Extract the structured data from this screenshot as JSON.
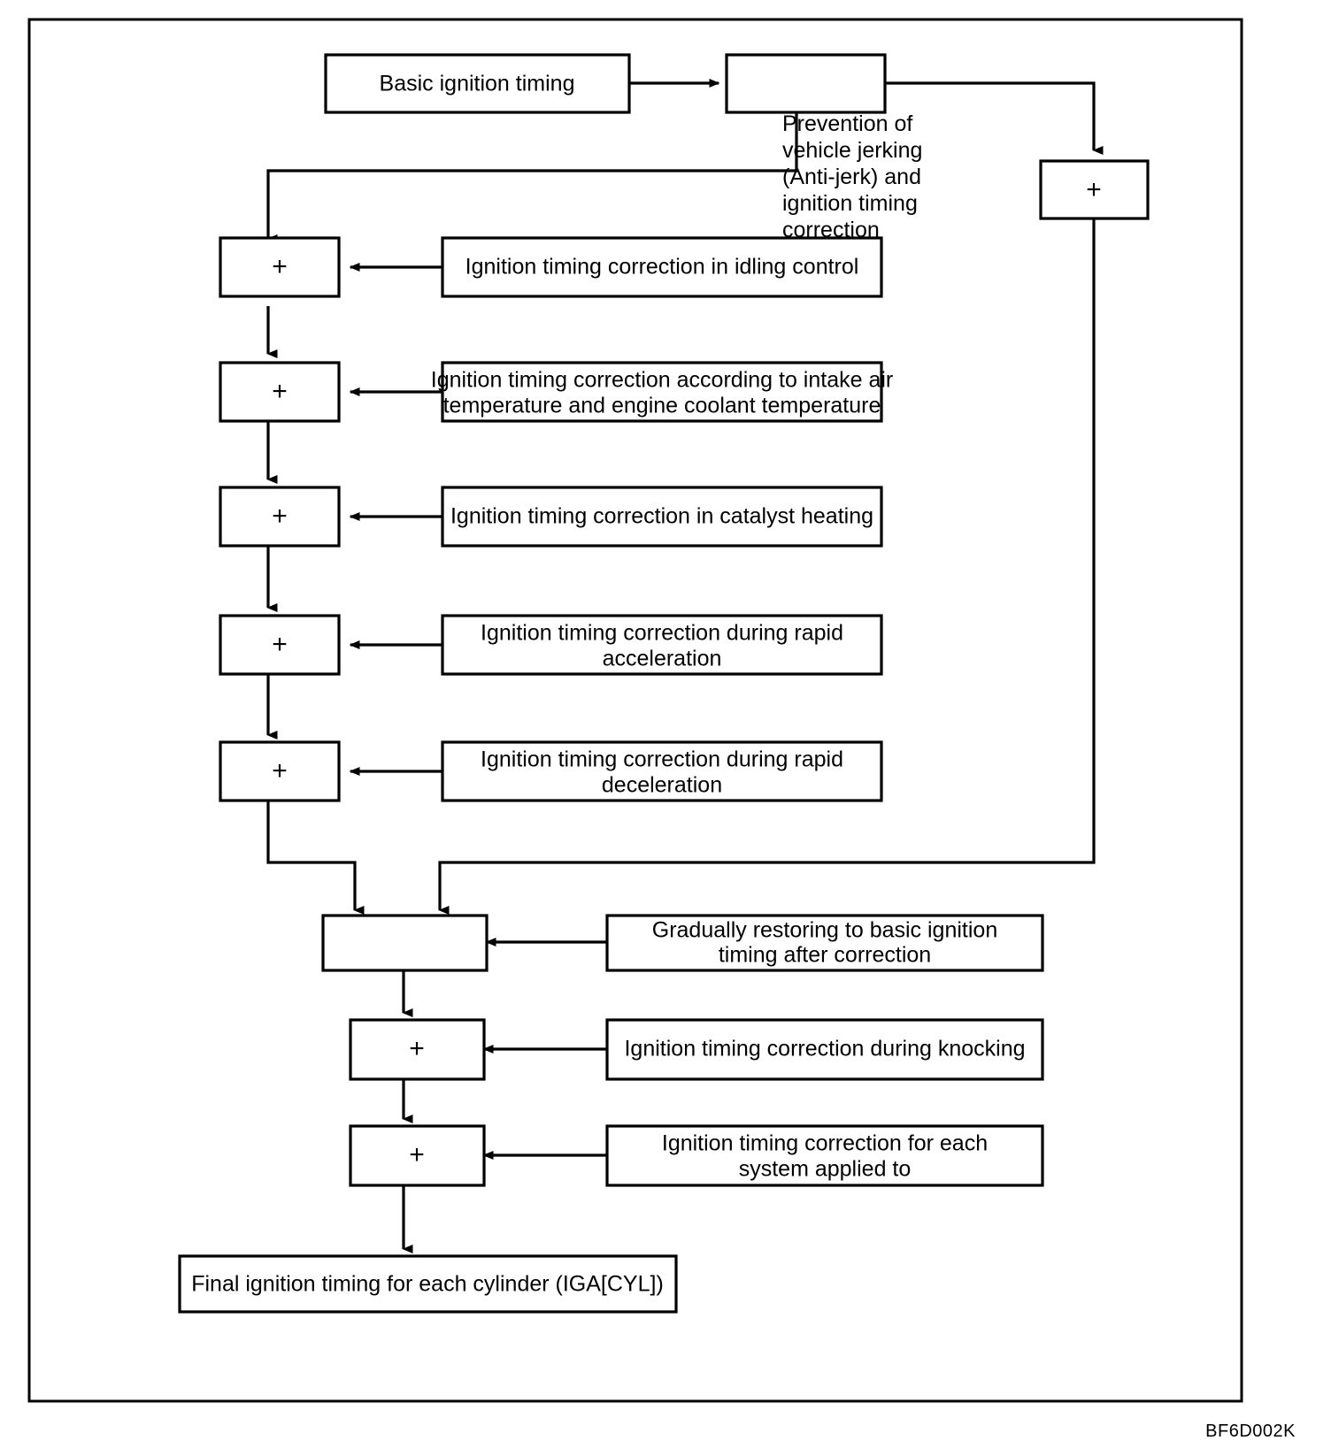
{
  "figure": {
    "code": "BF6D002K",
    "colors": {
      "stroke": "#000000",
      "background": "#ffffff"
    }
  },
  "nodes": {
    "basic_ignition_timing": "Basic ignition timing",
    "anti_jerk_block": "",
    "anti_jerk_label": [
      "Prevention of",
      "vehicle jerking",
      "(Anti-jerk) and",
      "ignition timing",
      "correction"
    ],
    "sum_right": "+",
    "sum_idling": "+",
    "sum_intake_air": "+",
    "sum_catalyst": "+",
    "sum_rapid_accel": "+",
    "sum_rapid_decel": "+",
    "restore_block": "",
    "sum_knocking": "+",
    "sum_each_system": "+",
    "final_output": "Final ignition timing for each cylinder (IGA[CYL])",
    "corr_idling": [
      "Ignition timing correction in idling control"
    ],
    "corr_intake_air": [
      "Ignition timing correction according to intake air",
      "temperature and engine coolant temperature"
    ],
    "corr_catalyst": [
      "Ignition timing correction in catalyst heating"
    ],
    "corr_rapid_accel": [
      "Ignition timing correction during rapid",
      "acceleration"
    ],
    "corr_rapid_decel": [
      "Ignition timing correction during rapid",
      "deceleration"
    ],
    "corr_restore": [
      "Gradually restoring to basic ignition",
      "timing after correction"
    ],
    "corr_knocking": [
      "Ignition timing correction during knocking"
    ],
    "corr_each_system": [
      "Ignition timing correction for each",
      "system applied to"
    ]
  }
}
